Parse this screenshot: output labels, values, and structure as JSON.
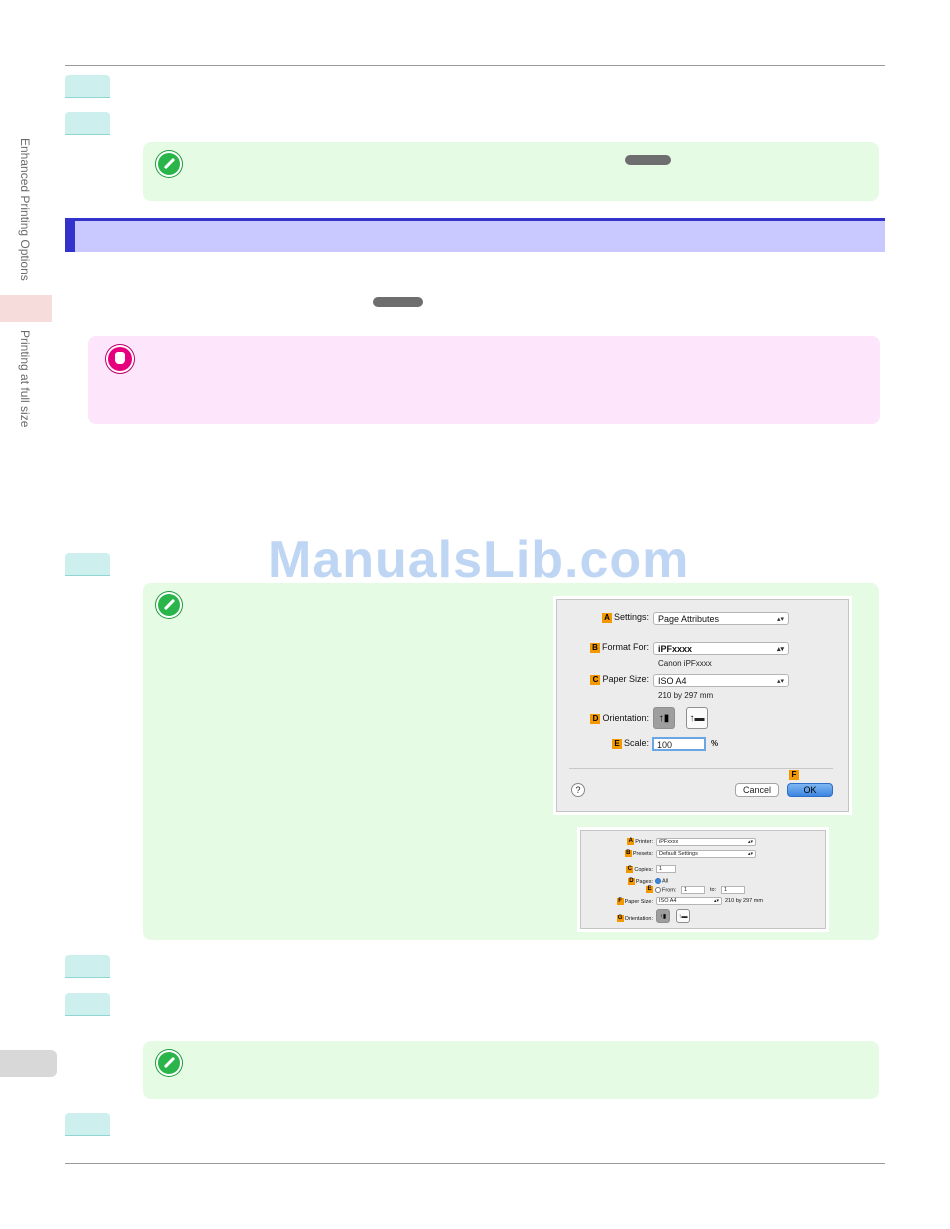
{
  "sidebar": {
    "section_label": "Enhanced Printing Options",
    "subsection_label": "Printing at full size"
  },
  "watermark": "ManualsLib.com",
  "page_setup_dialog": {
    "settings_badge": "A",
    "settings_label": "Settings:",
    "settings_value": "Page Attributes",
    "format_badge": "B",
    "format_label": "Format For:",
    "format_value": "iPFxxxx",
    "format_sub": "Canon iPFxxxx",
    "paper_badge": "C",
    "paper_label": "Paper Size:",
    "paper_value": "ISO A4",
    "paper_sub": "210 by 297 mm",
    "orientation_badge": "D",
    "orientation_label": "Orientation:",
    "scale_badge": "E",
    "scale_label": "Scale:",
    "scale_value": "100",
    "scale_unit": "%",
    "ok_badge": "F",
    "help_label": "?",
    "cancel_label": "Cancel",
    "ok_label": "OK"
  },
  "print_dialog": {
    "printer_badge": "A",
    "printer_label": "Printer:",
    "printer_value": "iPFxxxx",
    "presets_badge": "B",
    "presets_label": "Presets:",
    "presets_value": "Default Settings",
    "copies_badge": "C",
    "copies_label": "Copies:",
    "copies_value": "1",
    "pages_badge": "D",
    "pages_label": "Pages:",
    "pages_all": "All",
    "from_badge": "E",
    "from_label": "From:",
    "from_value": "1",
    "to_label": "to:",
    "to_value": "1",
    "paper_badge": "F",
    "paper_label": "Paper Size:",
    "paper_value": "ISO A4",
    "paper_sub": "210 by 297 mm",
    "orientation_badge": "G",
    "orientation_label": "Orientation:"
  }
}
